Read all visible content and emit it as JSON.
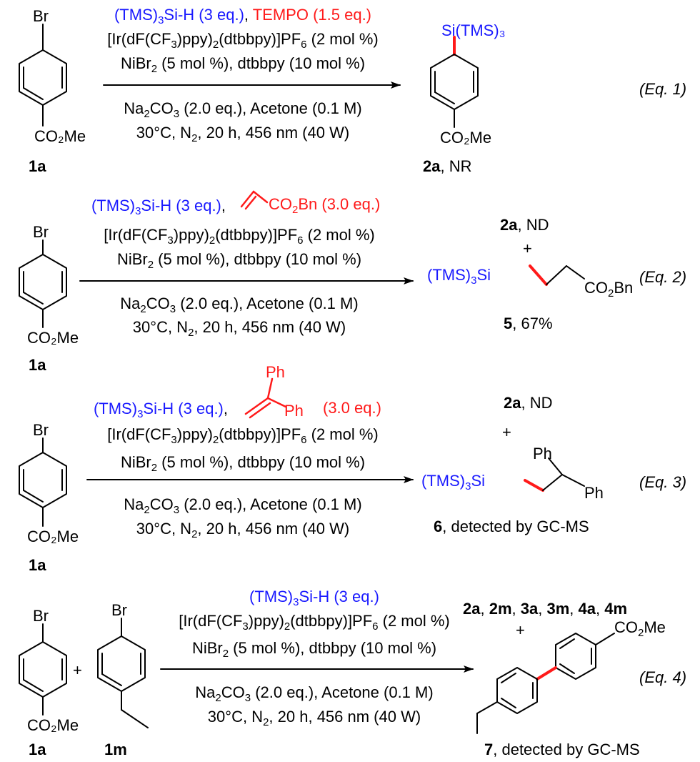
{
  "reactions": [
    {
      "eq_label": "(Eq. 1)",
      "cond_above": [
        [
          {
            "t": "(TMS)",
            "c": "blue"
          },
          {
            "sub": "3",
            "c": "blue"
          },
          {
            "t": "Si-H (3 eq.)",
            "c": "blue"
          },
          {
            "t": ", ",
            "c": "black"
          },
          {
            "t": "TEMPO (1.5 eq.)",
            "c": "red"
          }
        ],
        [
          {
            "t": "[Ir(dF(CF"
          },
          {
            "sub": "3"
          },
          {
            "t": ")ppy)"
          },
          {
            "sub": "2"
          },
          {
            "t": "(dtbbpy)]PF"
          },
          {
            "sub": "6"
          },
          {
            "t": " (2 mol %)"
          }
        ],
        [
          {
            "t": "NiBr"
          },
          {
            "sub": "2"
          },
          {
            "t": " (5 mol %), dtbbpy (10 mol %)"
          }
        ]
      ],
      "cond_below": [
        [
          {
            "t": "Na"
          },
          {
            "sub": "2"
          },
          {
            "t": "CO"
          },
          {
            "sub": "3"
          },
          {
            "t": " (2.0 eq.), Acetone (0.1 M)"
          }
        ],
        [
          {
            "t": "30°C, N"
          },
          {
            "sub": "2"
          },
          {
            "t": ", 20 h, 456 nm (40 W)"
          }
        ]
      ],
      "sm_top": "Br",
      "sm_bottom": "CO₂Me",
      "sm_label": "1a",
      "product_substituent": "Si(TMS)₃",
      "product_bottom": "CO₂Me",
      "product_label": [
        {
          "t": "2a",
          "b": true
        },
        {
          "t": ", NR"
        }
      ]
    },
    {
      "eq_label": "(Eq. 2)",
      "cond_above": [
        [
          {
            "t": "(TMS)",
            "c": "blue"
          },
          {
            "sub": "3",
            "c": "blue"
          },
          {
            "t": "Si-H (3 eq.)",
            "c": "blue"
          },
          {
            "t": ",",
            "c": "black"
          }
        ],
        [
          {
            "t": "[Ir(dF(CF"
          },
          {
            "sub": "3"
          },
          {
            "t": ")ppy)"
          },
          {
            "sub": "2"
          },
          {
            "t": "(dtbbpy)]PF"
          },
          {
            "sub": "6"
          },
          {
            "t": " (2 mol %)"
          }
        ],
        [
          {
            "t": "NiBr"
          },
          {
            "sub": "2"
          },
          {
            "t": " (5 mol %), dtbbpy (10 mol %)"
          }
        ]
      ],
      "acrylate_group": [
        {
          "t": "CO",
          "c": "red"
        },
        {
          "sub": "2",
          "c": "red"
        },
        {
          "t": "Bn (3.0 eq.)",
          "c": "red"
        }
      ],
      "cond_below": [
        [
          {
            "t": "Na"
          },
          {
            "sub": "2"
          },
          {
            "t": "CO"
          },
          {
            "sub": "3"
          },
          {
            "t": " (2.0 eq.), Acetone (0.1 M)"
          }
        ],
        [
          {
            "t": "30°C, N"
          },
          {
            "sub": "2"
          },
          {
            "t": ", 20 h, 456 nm (40 W)"
          }
        ]
      ],
      "sm_top": "Br",
      "sm_bottom": "CO₂Me",
      "sm_label": "1a",
      "product_top_label": [
        {
          "t": "2a",
          "b": true
        },
        {
          "t": ", ND"
        }
      ],
      "plus": "+",
      "silyl_group": [
        {
          "t": "(TMS)",
          "c": "blue"
        },
        {
          "sub": "3",
          "c": "blue"
        },
        {
          "t": "Si",
          "c": "blue"
        }
      ],
      "product_ester": [
        {
          "t": "CO"
        },
        {
          "sub": "2"
        },
        {
          "t": "Bn"
        }
      ],
      "product_label": [
        {
          "t": "5",
          "b": true
        },
        {
          "t": ", 67%"
        }
      ]
    },
    {
      "eq_label": "(Eq. 3)",
      "cond_above": [
        [
          {
            "t": "(TMS)",
            "c": "blue"
          },
          {
            "sub": "3",
            "c": "blue"
          },
          {
            "t": "Si-H (3 eq.)",
            "c": "blue"
          },
          {
            "t": ",",
            "c": "black"
          }
        ],
        [
          {
            "t": "[Ir(dF(CF"
          },
          {
            "sub": "3"
          },
          {
            "t": ")ppy)"
          },
          {
            "sub": "2"
          },
          {
            "t": "(dtbbpy)]PF"
          },
          {
            "sub": "6"
          },
          {
            "t": " (2 mol %)"
          }
        ],
        [
          {
            "t": "NiBr"
          },
          {
            "sub": "2"
          },
          {
            "t": " (5 mol %), dtbbpy (10 mol %)"
          }
        ]
      ],
      "alkene_ph_top": "Ph",
      "alkene_ph_bottom": "Ph",
      "alkene_eq": "(3.0 eq.)",
      "cond_below": [
        [
          {
            "t": "Na"
          },
          {
            "sub": "2"
          },
          {
            "t": "CO"
          },
          {
            "sub": "3"
          },
          {
            "t": " (2.0 eq.), Acetone (0.1 M)"
          }
        ],
        [
          {
            "t": "30°C, N"
          },
          {
            "sub": "2"
          },
          {
            "t": ", 20 h, 456 nm (40 W)"
          }
        ]
      ],
      "sm_top": "Br",
      "sm_bottom": "CO₂Me",
      "sm_label": "1a",
      "product_top_label": [
        {
          "t": "2a",
          "b": true
        },
        {
          "t": ", ND"
        }
      ],
      "plus": "+",
      "silyl_group": [
        {
          "t": "(TMS)",
          "c": "blue"
        },
        {
          "sub": "3",
          "c": "blue"
        },
        {
          "t": "Si",
          "c": "blue"
        }
      ],
      "product_ph_top": "Ph",
      "product_ph_bottom": "Ph",
      "product_label": [
        {
          "t": "6",
          "b": true
        },
        {
          "t": ",  detected by GC-MS"
        }
      ]
    },
    {
      "eq_label": "(Eq. 4)",
      "cond_above": [
        [
          {
            "t": "(TMS)",
            "c": "blue"
          },
          {
            "sub": "3",
            "c": "blue"
          },
          {
            "t": "Si-H (3 eq.)",
            "c": "blue"
          }
        ],
        [
          {
            "t": "[Ir(dF(CF"
          },
          {
            "sub": "3"
          },
          {
            "t": ")ppy)"
          },
          {
            "sub": "2"
          },
          {
            "t": "(dtbbpy)]PF"
          },
          {
            "sub": "6"
          },
          {
            "t": " (2 mol %)"
          }
        ],
        [
          {
            "t": "NiBr"
          },
          {
            "sub": "2"
          },
          {
            "t": " (5 mol %), dtbbpy (10 mol %)"
          }
        ]
      ],
      "cond_below": [
        [
          {
            "t": "Na"
          },
          {
            "sub": "2"
          },
          {
            "t": "CO"
          },
          {
            "sub": "3"
          },
          {
            "t": " (2.0 eq.), Acetone (0.1 M)"
          }
        ],
        [
          {
            "t": "30°C, N"
          },
          {
            "sub": "2"
          },
          {
            "t": ", 20 h, 456 nm (40 W)"
          }
        ]
      ],
      "sm_top": "Br",
      "sm_bottom": "CO₂Me",
      "sm_label": "1a",
      "plus": "+",
      "sm2_top": "Br",
      "sm2_label": "1m",
      "product_top_label": [
        {
          "t": "2a",
          "b": true
        },
        {
          "t": ", "
        },
        {
          "t": "2m",
          "b": true
        },
        {
          "t": ", "
        },
        {
          "t": "3a",
          "b": true
        },
        {
          "t": ", "
        },
        {
          "t": "3m",
          "b": true
        },
        {
          "t": ", "
        },
        {
          "t": "4a",
          "b": true
        },
        {
          "t": ", "
        },
        {
          "t": "4m",
          "b": true
        }
      ],
      "product_ester": [
        {
          "t": "CO"
        },
        {
          "sub": "2"
        },
        {
          "t": "Me"
        }
      ],
      "product_label": [
        {
          "t": "7",
          "b": true
        },
        {
          "t": ", detected by GC-MS"
        }
      ]
    }
  ]
}
